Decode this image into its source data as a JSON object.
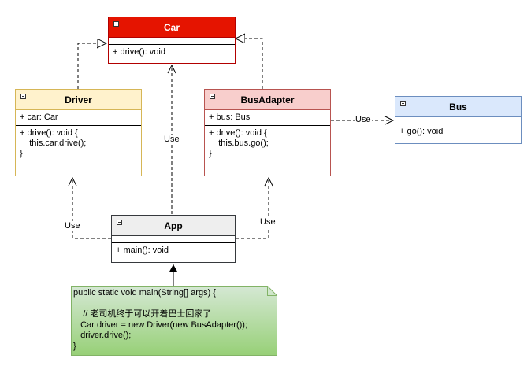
{
  "classes": {
    "car": {
      "name": "Car",
      "sections": [
        [],
        [
          "+ drive(): void"
        ]
      ],
      "header_color": "#e51400",
      "header_text_color": "#ffffff",
      "border_color": "#b20000"
    },
    "driver": {
      "name": "Driver",
      "sections": [
        [
          "+ car: Car"
        ],
        [
          "+ drive(): void {",
          "    this.car.drive();",
          "}"
        ]
      ],
      "header_color": "#fff2cc",
      "border_color": "#d6b656"
    },
    "bus_adapter": {
      "name": "BusAdapter",
      "sections": [
        [
          "+ bus: Bus"
        ],
        [
          "+ drive(): void {",
          "    this.bus.go();",
          "}"
        ]
      ],
      "header_color": "#f8cecc",
      "border_color": "#b85450"
    },
    "bus": {
      "name": "Bus",
      "sections": [
        [],
        [
          "+ go(): void"
        ]
      ],
      "header_color": "#dae8fc",
      "border_color": "#6c8ebf"
    },
    "app": {
      "name": "App",
      "sections": [
        [],
        [
          "+ main(): void"
        ]
      ],
      "header_color": "#eeeeee",
      "border_color": "#36393d"
    }
  },
  "relations": {
    "driver_car": {
      "type": "realization",
      "label": ""
    },
    "adapter_car": {
      "type": "realization",
      "label": ""
    },
    "adapter_bus": {
      "type": "dependency",
      "label": "Use"
    },
    "app_car": {
      "type": "dependency",
      "label": "Use"
    },
    "app_driver": {
      "type": "dependency",
      "label": "Use"
    },
    "app_adapter": {
      "type": "dependency",
      "label": "Use"
    },
    "note_app": {
      "type": "association",
      "label": ""
    }
  },
  "note": {
    "lines": [
      "public static void main(String[] args) {",
      "",
      "    // 老司机终于可以开着巴士回家了",
      "   Car driver = new Driver(new BusAdapter());",
      "   driver.drive();",
      "}"
    ],
    "fill_top": "#d5e8d4",
    "fill_bottom": "#97d077",
    "border_color": "#82b366"
  }
}
